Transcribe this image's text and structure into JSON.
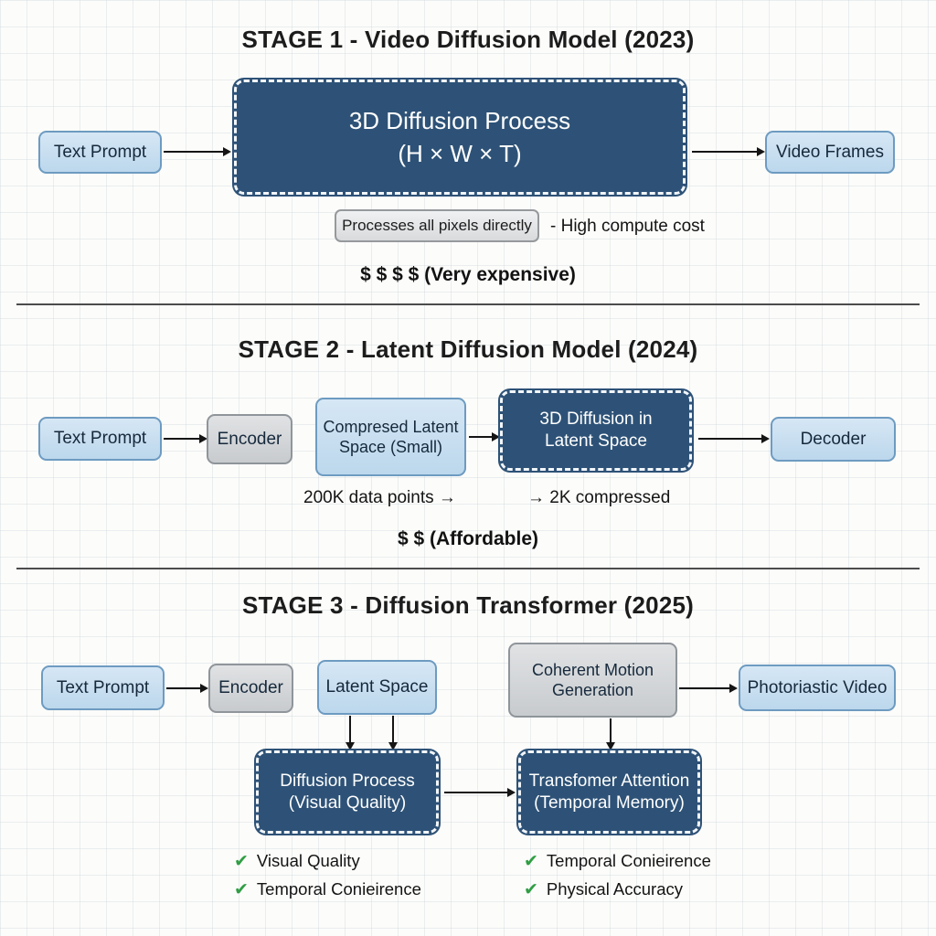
{
  "stage1": {
    "title": "STAGE 1 - Video Diffusion Model (2023)",
    "input_box": "Text Prompt",
    "process_line1": "3D Diffusion Process",
    "process_line2": "(H × W × T)",
    "output_box": "Video Frames",
    "note_box": "Processes all pixels directly",
    "note_suffix": "- High compute cost",
    "cost": "$ $ $ $ (Very expensive)"
  },
  "stage2": {
    "title": "STAGE 2 - Latent Diffusion Model (2024)",
    "input_box": "Text Prompt",
    "encoder_box": "Encoder",
    "latent_line1": "Compresed Latent",
    "latent_line2": "Space (Small)",
    "process_line1": "3D Diffusion in",
    "process_line2": "Latent Space",
    "decoder_box": "Decoder",
    "compression_left": "200K data points →",
    "compression_right": "→ 2K compressed",
    "cost": "$ $ (Affordable)"
  },
  "stage3": {
    "title": "STAGE 3 - Diffusion Transformer (2025)",
    "input_box": "Text Prompt",
    "encoder_box": "Encoder",
    "latent_box": "Latent Space",
    "motion_line1": "Coherent Motion",
    "motion_line2": "Generation",
    "output_box": "Photoriastic Video",
    "diffusion_line1": "Diffusion Process",
    "diffusion_line2": "(Visual Quality)",
    "transformer_line1": "Transfomer Attention",
    "transformer_line2": "(Temporal Memory)",
    "check_glyph": "✔",
    "checks_left": [
      "Visual Quality",
      "Temporal Conieirence"
    ],
    "checks_right": [
      "Temporal Conieirence",
      "Physical Accuracy"
    ]
  },
  "colors": {
    "dark_box": "#2e5277",
    "light_box": "#c8def0",
    "light_box_border": "#6d9bc1",
    "gray_box": "#d5d7d9",
    "check_green": "#2f9e44",
    "arrow": "#151515"
  }
}
